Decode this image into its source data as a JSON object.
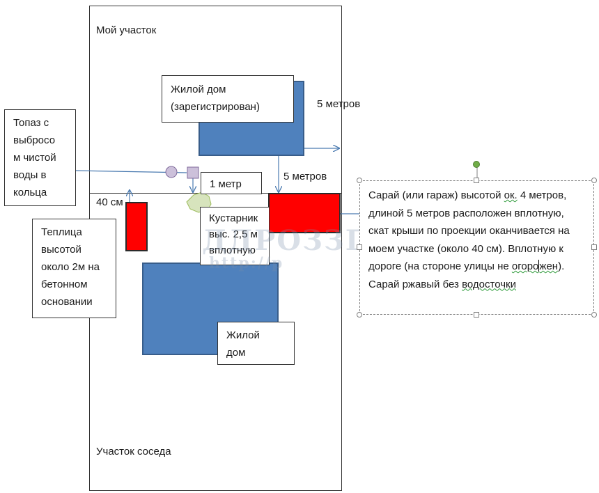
{
  "labels": {
    "my_plot": "Мой участок",
    "neighbor_plot": "Участок соседа",
    "dist_5m_a": "5  метров",
    "dist_5m_b": "5  метров",
    "dist_40cm": "40 см",
    "dist_1m": "1 метр"
  },
  "boxes": {
    "house_registered": [
      "Жилой дом",
      "(зарегистрирован)"
    ],
    "topaz": [
      "Топаз с",
      "выбросо",
      "м чистой",
      "воды в",
      "кольца"
    ],
    "greenhouse": [
      "Теплица",
      "высотой",
      "около 2м на",
      "бетонном",
      "основании"
    ],
    "shrub": [
      "Кустарник",
      "выс. 2,5 м",
      "вплотную"
    ],
    "house": [
      "Жилой",
      "дом"
    ]
  },
  "shed_note": {
    "before_1": "Сарай (или гараж) высотой ",
    "wavy_1": "ок.",
    "after_1": " 4 метров, длиной 5 метров расположен вплотную, скат крыши по проекции оканчивается на моем участке (около 40 см). Вплотную к дороге (на стороне улицы не ",
    "wavy_2a": "огоро",
    "wavy_2b": "жен",
    "after_2": "). Сарай ржавый без ",
    "wavy_3": "водосточки"
  },
  "watermark": {
    "main": "ДДРОЗЗП",
    "url": "http://p"
  },
  "colors": {
    "house_fill": "#4f81bd",
    "house_border": "#385d8a",
    "shed_fill": "#ff0000",
    "arrow": "#4a7ab0",
    "septic_fill": "#ccc0da",
    "shrub_fill": "#d7e4bd",
    "rotate_handle": "#70ad47"
  }
}
